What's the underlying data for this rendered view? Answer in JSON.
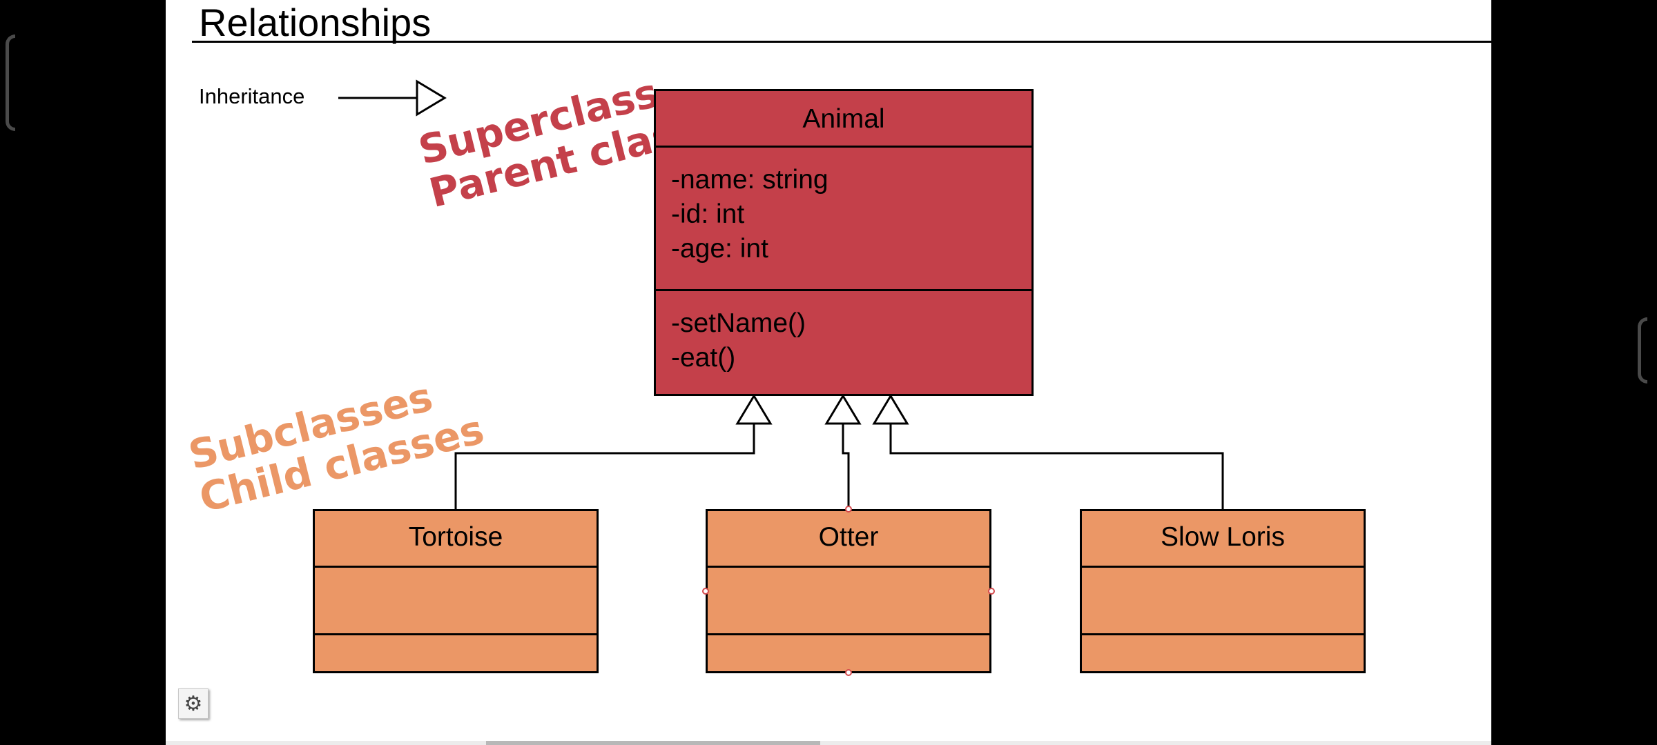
{
  "slide": {
    "title": "Relationships",
    "legend": {
      "label": "Inheritance"
    },
    "annotations": {
      "superclass": [
        "Superclass",
        "Parent class"
      ],
      "subclass": [
        "Subclasses",
        "Child classes"
      ]
    }
  },
  "classes": {
    "animal": {
      "name": "Animal",
      "attributes": [
        "-name: string",
        "-id: int",
        "-age: int"
      ],
      "methods": [
        "-setName()",
        "-eat()"
      ]
    },
    "tortoise": {
      "name": "Tortoise"
    },
    "otter": {
      "name": "Otter"
    },
    "loris": {
      "name": "Slow Loris"
    }
  },
  "colors": {
    "superclass": "#c4404a",
    "subclass": "#eb9766"
  },
  "controls": {
    "settings_icon": "gear-icon"
  }
}
